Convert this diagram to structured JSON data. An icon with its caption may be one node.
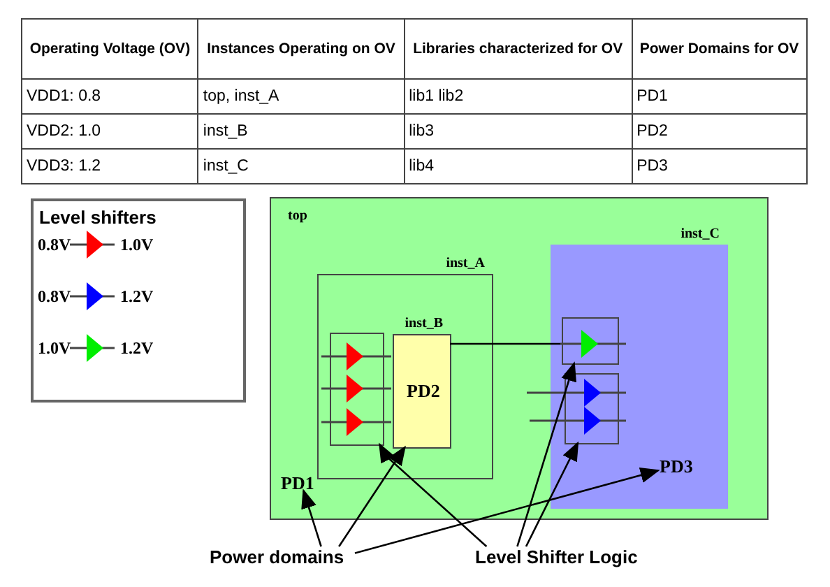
{
  "diagram": {
    "nodes": [
      {
        "text": [
          "top"
        ]
      },
      {
        "text": [
          "inst_A"
        ],
        "in": 0
      },
      {
        "text": [],
        "shape": "box",
        "in": 1
      },
      {
        "text": [
          "inst_B",
          "PD2"
        ],
        "in": 1
      },
      {
        "text": [
          "inst_C"
        ],
        "in": 0
      },
      {
        "text": [],
        "shape": "box",
        "in": 4
      },
      {
        "text": [],
        "shape": "box",
        "in": 4
      },
      {
        "text": [
          "PD1"
        ],
        "in": 0
      },
      {
        "text": [
          "PD3"
        ],
        "in": 4
      },
      {
        "text": [
          "Power domains"
        ]
      },
      {
        "text": [
          "Level Shifter Logic"
        ]
      }
    ],
    "edges": [
      {
        "from": 3,
        "to": 5,
        "arrow": "none"
      },
      {
        "from": 9,
        "to": 7,
        "arrow": "to"
      },
      {
        "from": 9,
        "to": 3,
        "arrow": "to"
      },
      {
        "from": 9,
        "to": 8,
        "arrow": "to"
      },
      {
        "from": 10,
        "to": 2,
        "arrow": "to"
      },
      {
        "from": 10,
        "to": 5,
        "arrow": "to"
      },
      {
        "from": 10,
        "to": 6,
        "arrow": "to"
      }
    ],
    "labels": [
      "Operating Voltage (OV)",
      "Instances Operating on OV",
      "Libraries characterized for OV",
      "Power Domains for OV",
      "VDD1: 0.8",
      "top, inst_A",
      "lib1 lib2",
      "PD1",
      "VDD2: 1.0",
      "inst_B",
      "lib3",
      "PD2",
      "VDD3: 1.2",
      "inst_C",
      "lib4",
      "PD3",
      "Level shifters",
      "0.8V",
      "1.0V",
      "0.8V",
      "1.2V",
      "1.0V",
      "1.2V"
    ]
  }
}
